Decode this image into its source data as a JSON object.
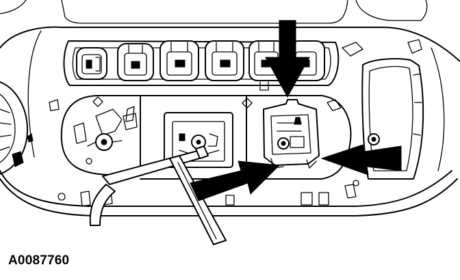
{
  "figure": {
    "caption": "A0087760",
    "line_color": "#000000",
    "background_color": "#ffffff",
    "callout_arrows": 3,
    "connectors_in_row": 6
  }
}
